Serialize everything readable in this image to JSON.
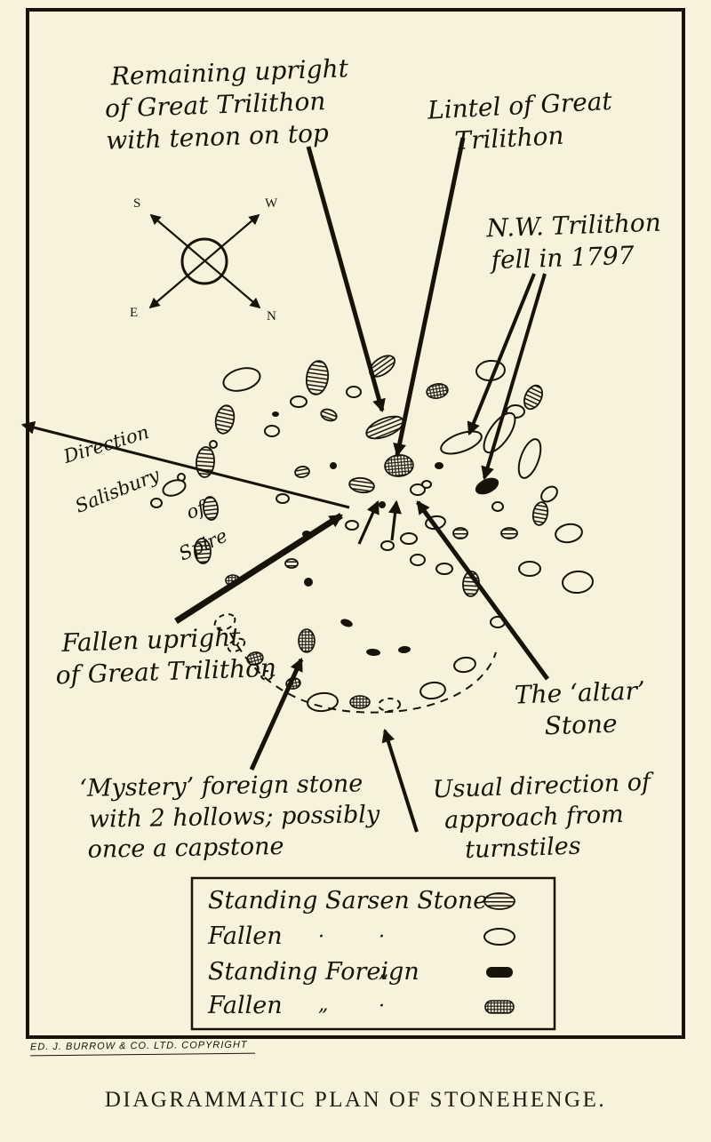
{
  "colors": {
    "paper": "#f8f2dc",
    "ink": "#171309"
  },
  "caption": {
    "text": "DIAGRAMMATIC PLAN OF STONEHENGE."
  },
  "footer": {
    "copyright": "ED. J. BURROW & CO. LTD. COPYRIGHT"
  },
  "compass": {
    "s": "S",
    "w": "W",
    "e": "E",
    "n": "N"
  },
  "labels": {
    "remaining": {
      "l1": "Remaining upright",
      "l2": "of Great Trilithon",
      "l3": "with tenon on top"
    },
    "lintel": {
      "l1": "Lintel of Great",
      "l2": "Trilithon"
    },
    "nw": {
      "l1": "N.W. Trilithon",
      "l2": "fell in 1797"
    },
    "salisbury": {
      "w1": "Direction",
      "w2": "Salisbury",
      "w3": "of",
      "w4": "Spire"
    },
    "fallen": {
      "l1": "Fallen upright",
      "l2": "of Great Trilithon"
    },
    "mystery": {
      "l1": "‘Mystery’ foreign stone",
      "l2": "with 2 hollows; possibly",
      "l3": "once a capstone"
    },
    "altar": {
      "l1": "The ‘altar’",
      "l2": "Stone"
    },
    "approach": {
      "l1": "Usual direction of",
      "l2": "approach from",
      "l3": "turnstiles"
    }
  },
  "legend": {
    "rows": [
      {
        "label": "Standing Sarsen Stone",
        "d1": "",
        "d2": ""
      },
      {
        "label": "Fallen",
        "d1": "·",
        "d2": "·"
      },
      {
        "label": "Standing Foreign",
        "d1": "",
        "d2": "„"
      },
      {
        "label": "Fallen",
        "d1": "„",
        "d2": "·"
      }
    ]
  }
}
